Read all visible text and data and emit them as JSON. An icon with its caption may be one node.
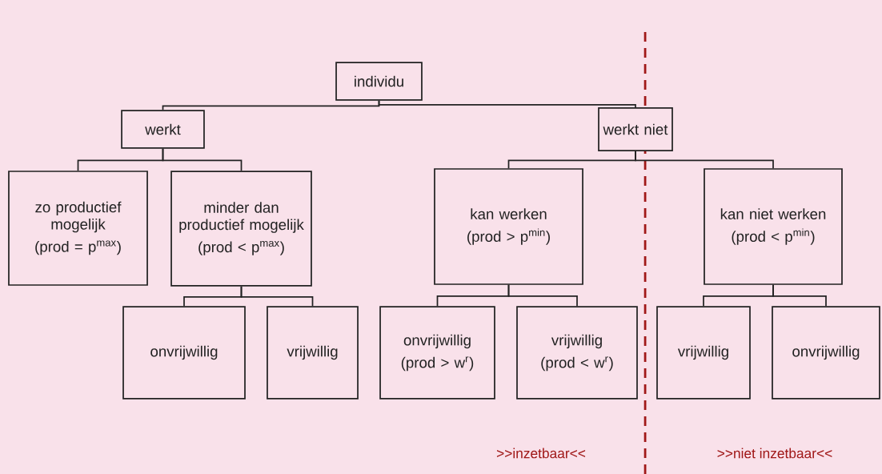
{
  "diagram": {
    "nodes": [
      {
        "text": [
          "individu"
        ]
      },
      {
        "text": [
          "werkt"
        ]
      },
      {
        "text": [
          "werkt niet"
        ]
      },
      {
        "text": [
          "zo productief mogelijk",
          "(prod = p$^{max}$)"
        ]
      },
      {
        "text": [
          "minder dan productief mogelijk",
          "(prod < p$^{max}$)"
        ]
      },
      {
        "text": [
          "kan werken",
          "(prod > p$^{min}$)"
        ]
      },
      {
        "text": [
          "kan niet werken",
          "(prod < p$^{min}$)"
        ]
      },
      {
        "text": [
          "onvrijwillig"
        ]
      },
      {
        "text": [
          "vrijwillig"
        ]
      },
      {
        "text": [
          "onvrijwillig",
          "(prod > w$^{r}$)"
        ]
      },
      {
        "text": [
          "vrijwillig",
          "(prod < w$^{r}$)"
        ]
      },
      {
        "text": [
          "vrijwillig"
        ]
      },
      {
        "text": [
          "onvrijwillig"
        ]
      }
    ],
    "edges": [
      {
        "from": 0,
        "to": 1,
        "arrow": "none"
      },
      {
        "from": 0,
        "to": 2,
        "arrow": "none"
      },
      {
        "from": 1,
        "to": 3,
        "arrow": "none"
      },
      {
        "from": 1,
        "to": 4,
        "arrow": "none"
      },
      {
        "from": 2,
        "to": 5,
        "arrow": "none"
      },
      {
        "from": 2,
        "to": 6,
        "arrow": "none"
      },
      {
        "from": 4,
        "to": 7,
        "arrow": "none"
      },
      {
        "from": 4,
        "to": 8,
        "arrow": "none"
      },
      {
        "from": 5,
        "to": 9,
        "arrow": "none"
      },
      {
        "from": 5,
        "to": 10,
        "arrow": "none"
      },
      {
        "from": 6,
        "to": 11,
        "arrow": "none"
      },
      {
        "from": 6,
        "to": 12,
        "arrow": "none"
      }
    ],
    "labels": [
      ">>inzetbaar<<",
      ">>niet inzetbaar<<"
    ]
  }
}
